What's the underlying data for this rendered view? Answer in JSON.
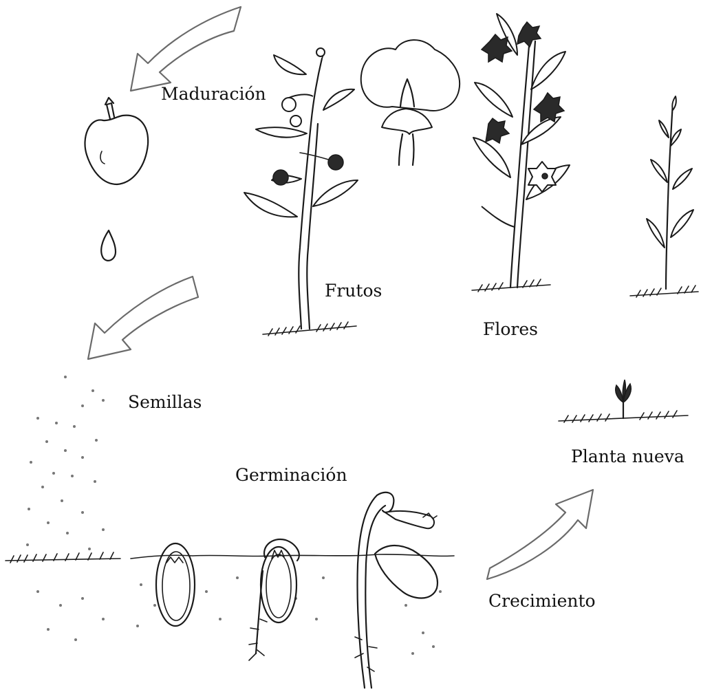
{
  "labels": {
    "maduracion": "Maduración",
    "frutos": "Frutos",
    "flores": "Flores",
    "semillas": "Semillas",
    "germinacion": "Germinación",
    "planta_nueva": "Planta nueva",
    "crecimiento": "Crecimiento"
  }
}
